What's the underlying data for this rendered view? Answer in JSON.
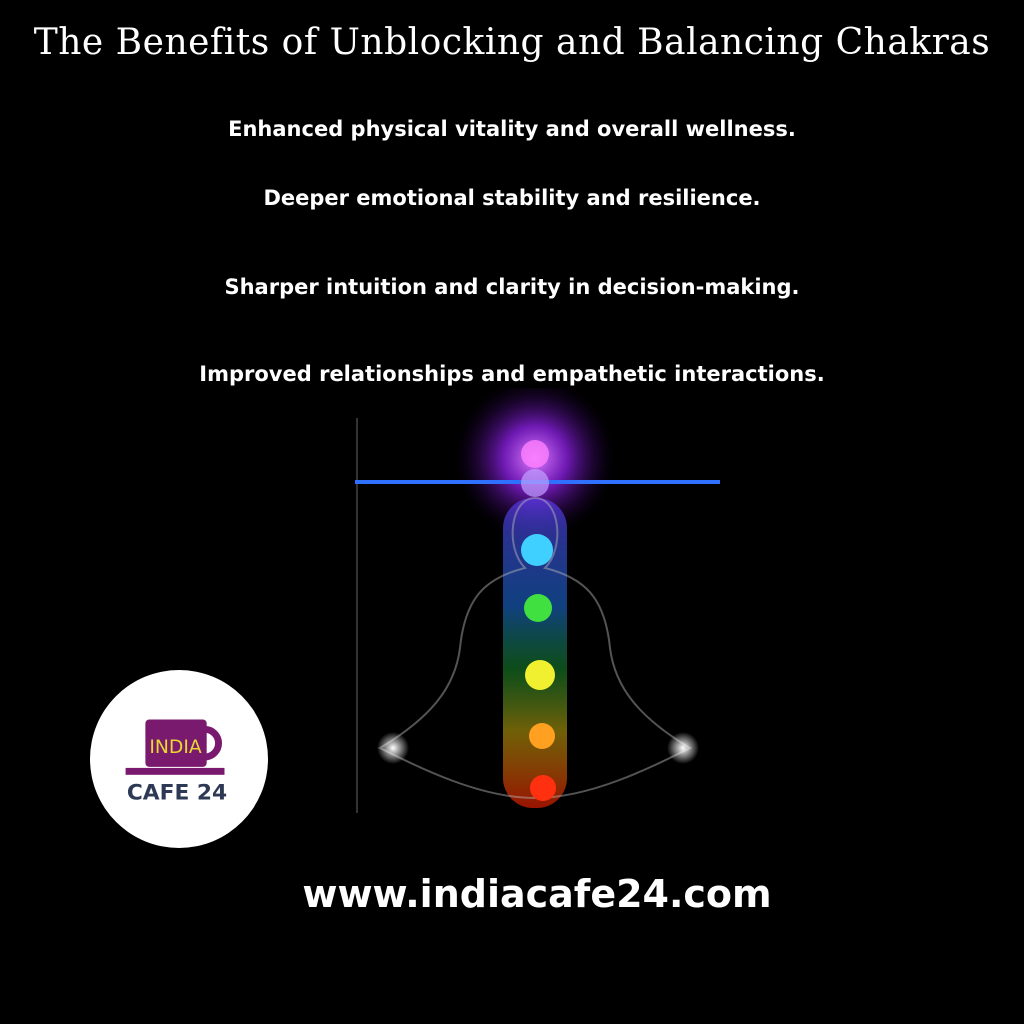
{
  "title": "The Benefits of Unblocking and Balancing Chakras",
  "benefits": [
    "Enhanced physical vitality and overall wellness.",
    "Deeper emotional stability and resilience.",
    "Sharper intuition and clarity in decision-making.",
    "Improved relationships and empathetic interactions."
  ],
  "logo": {
    "top_text": "INDIA",
    "bottom_text": "CAFE 24",
    "cup_color": "#7a1a6e",
    "text_color": "#e8d830",
    "bottom_color": "#2e3a55"
  },
  "website": "www.indiacafe24.com",
  "chakra_colors": [
    "#c040ff",
    "#a060ff",
    "#30c0ff",
    "#30e030",
    "#f0e020",
    "#ff9010",
    "#ff2010"
  ]
}
